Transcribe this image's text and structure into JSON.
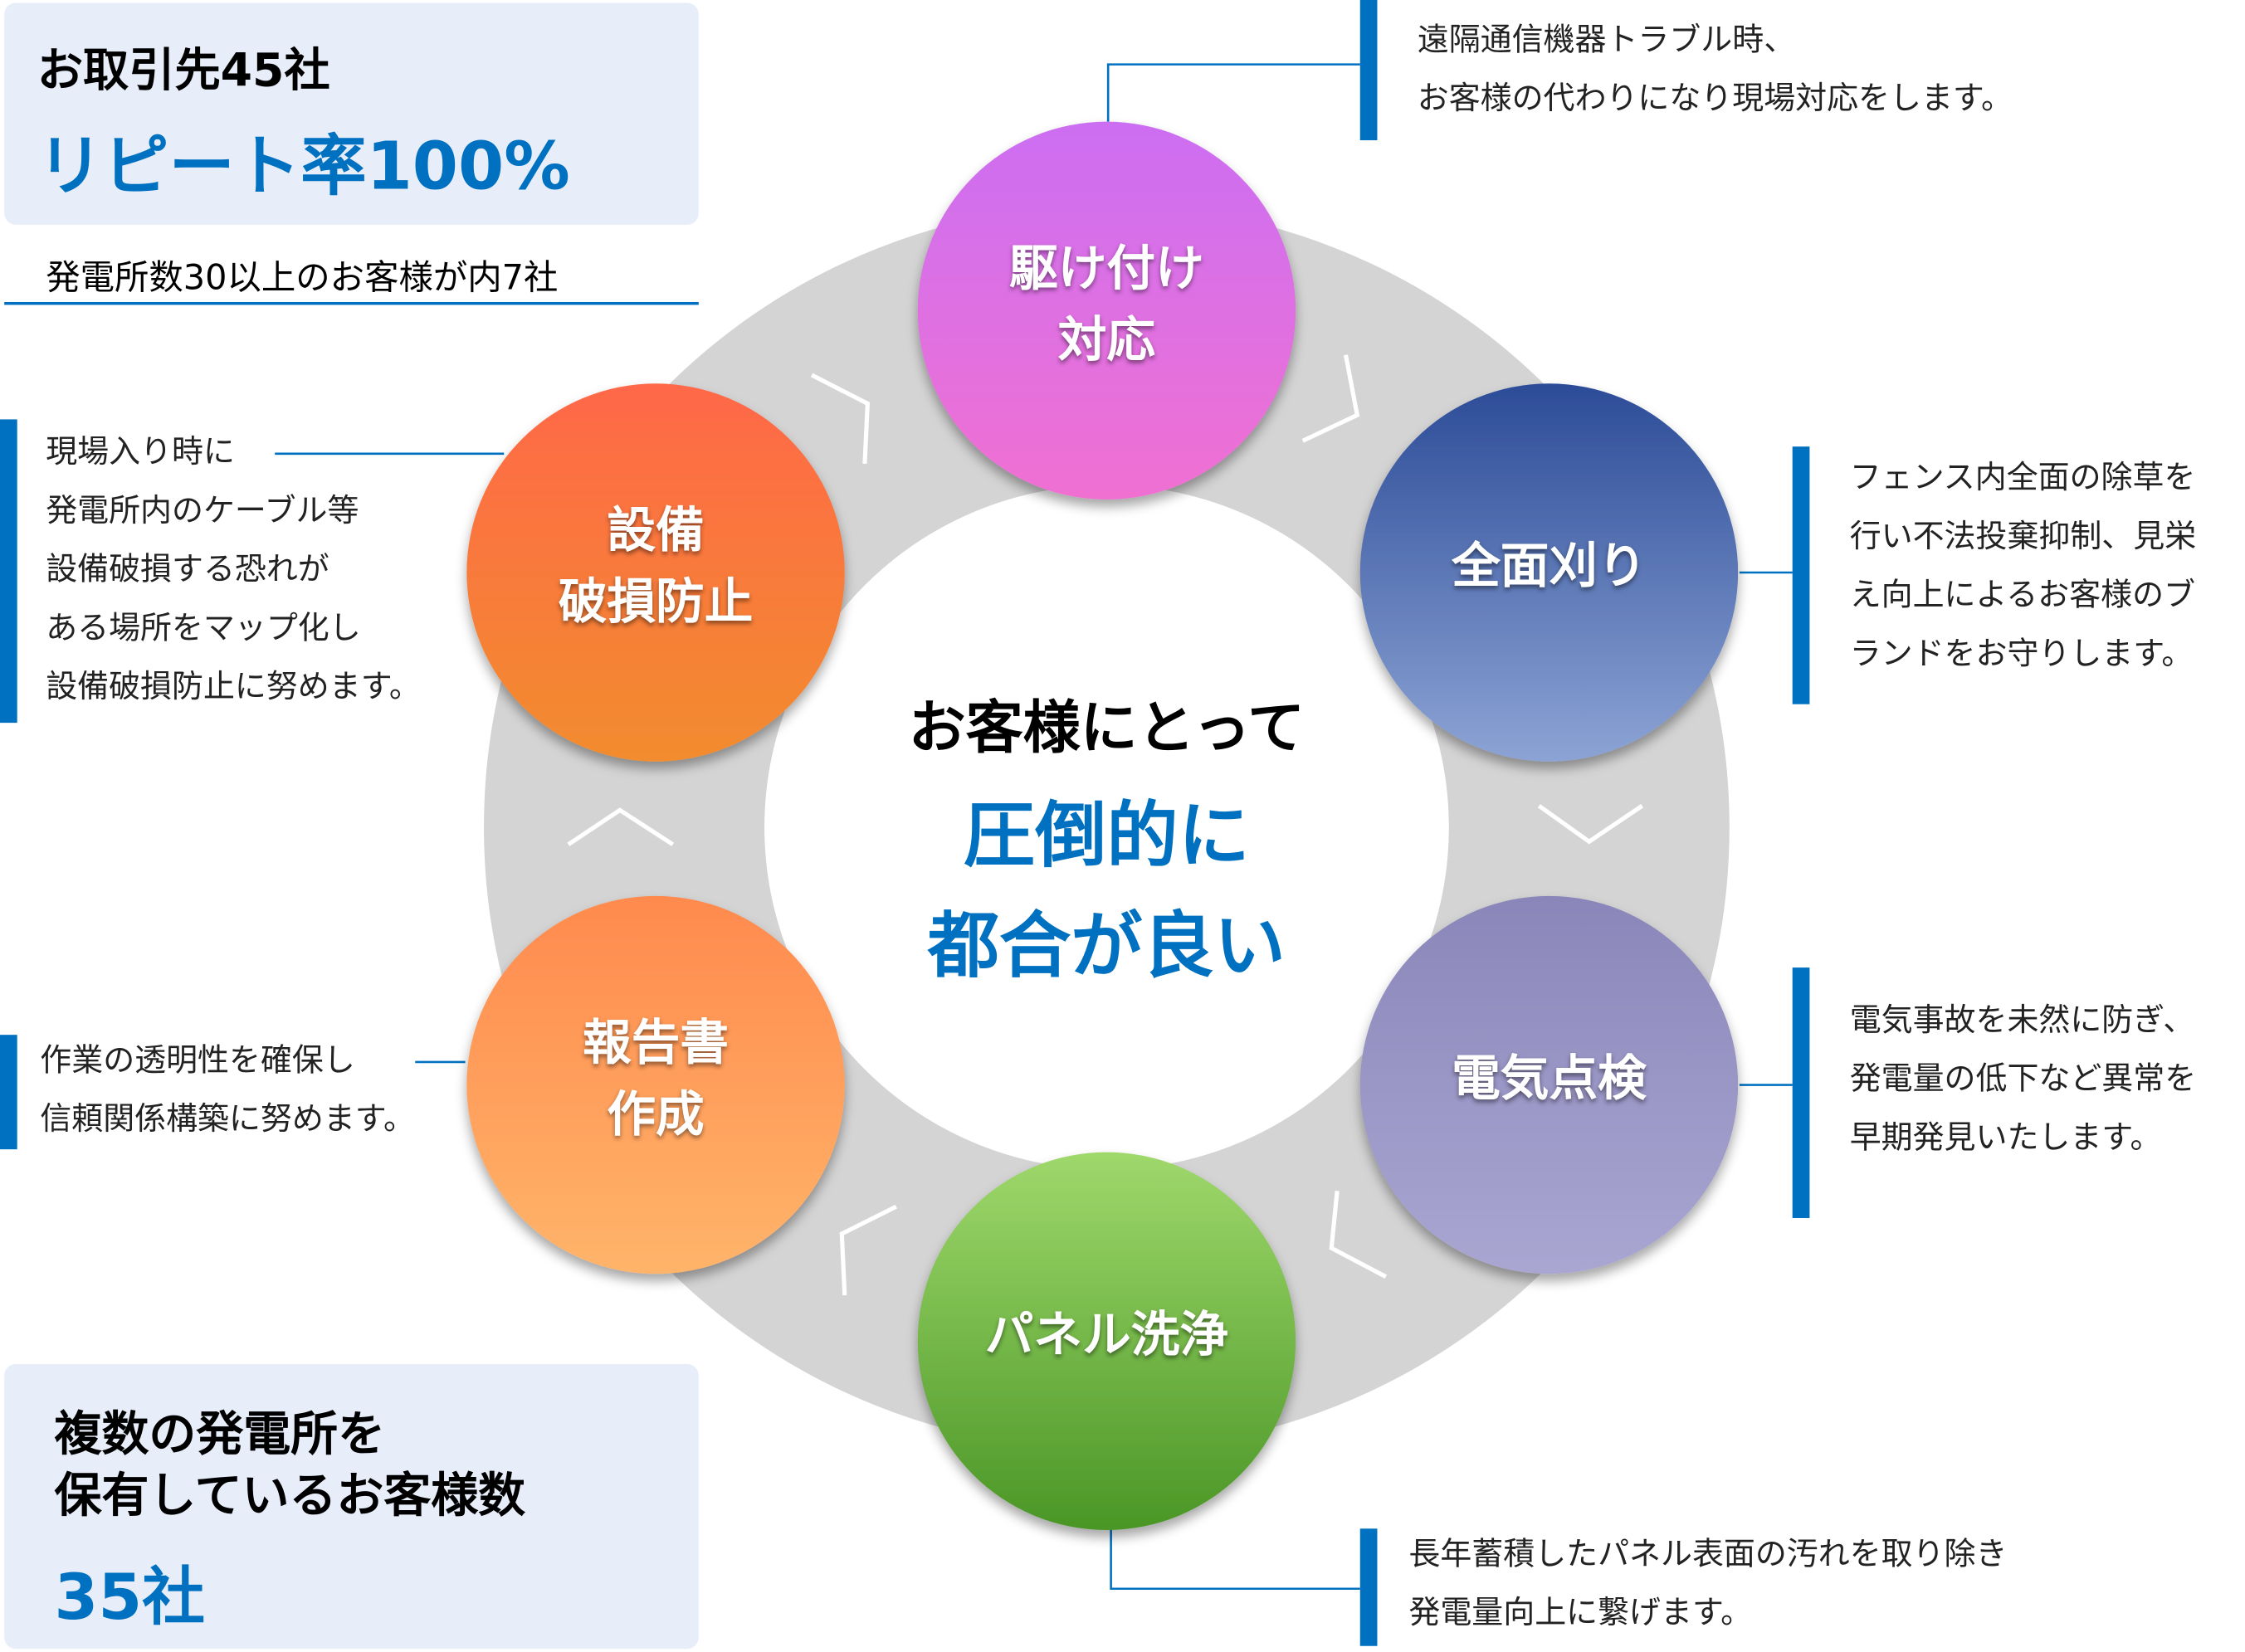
{
  "stats_top": {
    "clients": "お取引先45社",
    "repeat_rate": "リピート率100%",
    "note": "発電所数30以上のお客様が内7社"
  },
  "stats_bottom": {
    "line1": "複数の発電所を",
    "line2": "保有しているお客様数",
    "count": "35社"
  },
  "center": {
    "line1": "お客様にとって",
    "line2": "圧倒的に",
    "line3": "都合が良い"
  },
  "services": [
    {
      "label": [
        "駆け付け",
        "対応"
      ],
      "color_top": "#cc6ef2",
      "color_bottom": "#f070d2",
      "desc": [
        "遠隔通信機器トラブル時、",
        "お客様の代わりになり現場対応をします。"
      ]
    },
    {
      "label": [
        "全面刈り"
      ],
      "color_top": "#2c4c98",
      "color_bottom": "#8ca3d4",
      "desc": [
        "フェンス内全面の除草を",
        "行い不法投棄抑制、見栄",
        "え向上によるお客様のブ",
        "ランドをお守りします。"
      ]
    },
    {
      "label": [
        "電気点検"
      ],
      "color_top": "#8a86b9",
      "color_bottom": "#aaa6d2",
      "desc": [
        "電気事故を未然に防ぎ、",
        "発電量の低下など異常を",
        "早期発見いたします。"
      ]
    },
    {
      "label": [
        "パネル洗浄"
      ],
      "color_top": "#9fd86c",
      "color_bottom": "#4a9626",
      "desc": [
        "長年蓄積したパネル表面の汚れを取り除き",
        "発電量向上に繋げます。"
      ]
    },
    {
      "label": [
        "報告書",
        "作成"
      ],
      "color_top": "#ff8a4e",
      "color_bottom": "#ffb46a",
      "desc": [
        "作業の透明性を確保し",
        "信頼関係構築に努めます。"
      ]
    },
    {
      "label": [
        "設備",
        "破損防止"
      ],
      "color_top": "#ff6848",
      "color_bottom": "#f28c2e",
      "desc": [
        "現場入り時に",
        "発電所内のケーブル等",
        "設備破損する恐れが",
        "ある場所をマップ化し",
        "設備破損防止に努めます。"
      ]
    }
  ],
  "colors": {
    "accent": "#0070c0",
    "panel": "#e7eef9",
    "ring": "#d4d4d4"
  }
}
